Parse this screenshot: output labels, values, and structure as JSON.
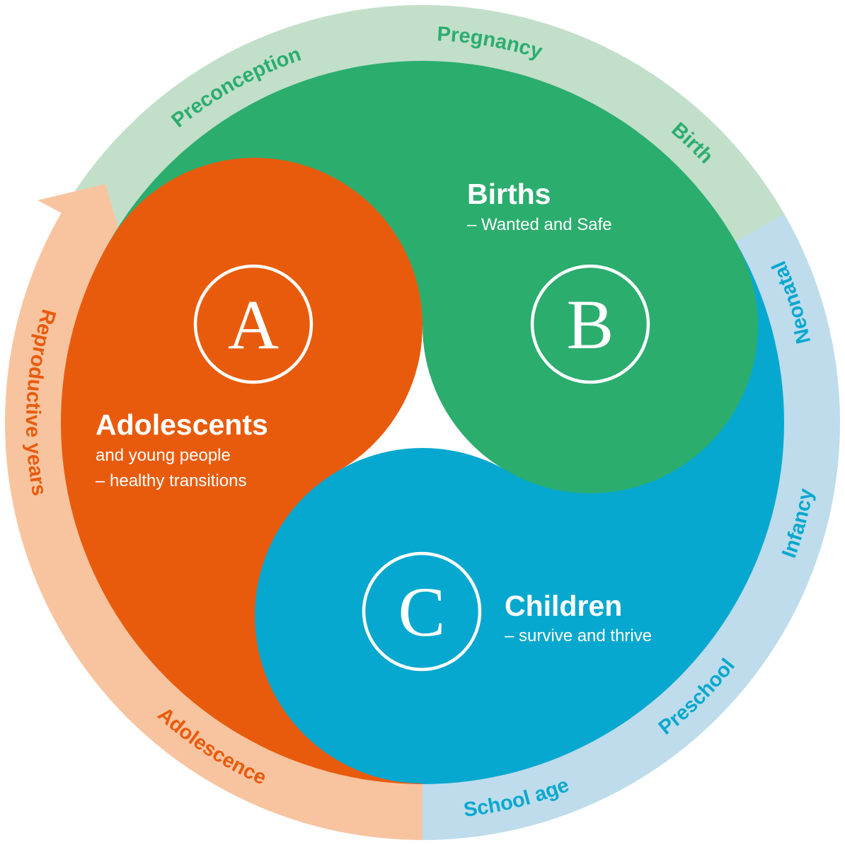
{
  "colors": {
    "orange": "#e95b0c",
    "green": "#2bad6e",
    "blue": "#07a8cf",
    "orange_light": "#f8c49f",
    "green_light": "#c2dfca",
    "blue_light": "#bedcec"
  },
  "segments": {
    "adolescents": {
      "letter": "A",
      "title": "Adolescents",
      "lines": [
        "and young people",
        "– healthy transitions"
      ]
    },
    "births": {
      "letter": "B",
      "title": "Births",
      "lines": [
        "– Wanted and Safe"
      ]
    },
    "children": {
      "letter": "C",
      "title": "Children",
      "lines": [
        "– survive and thrive"
      ]
    }
  },
  "ring_labels": {
    "preconception": "Preconception",
    "pregnancy": "Pregnancy",
    "birth": "Birth",
    "neonatal": "Neonatal",
    "infancy": "Infancy",
    "preschool": "Preschool",
    "school_age": "School age",
    "adolescence": "Adolescence",
    "reproductive_years": "Reproductive years"
  }
}
